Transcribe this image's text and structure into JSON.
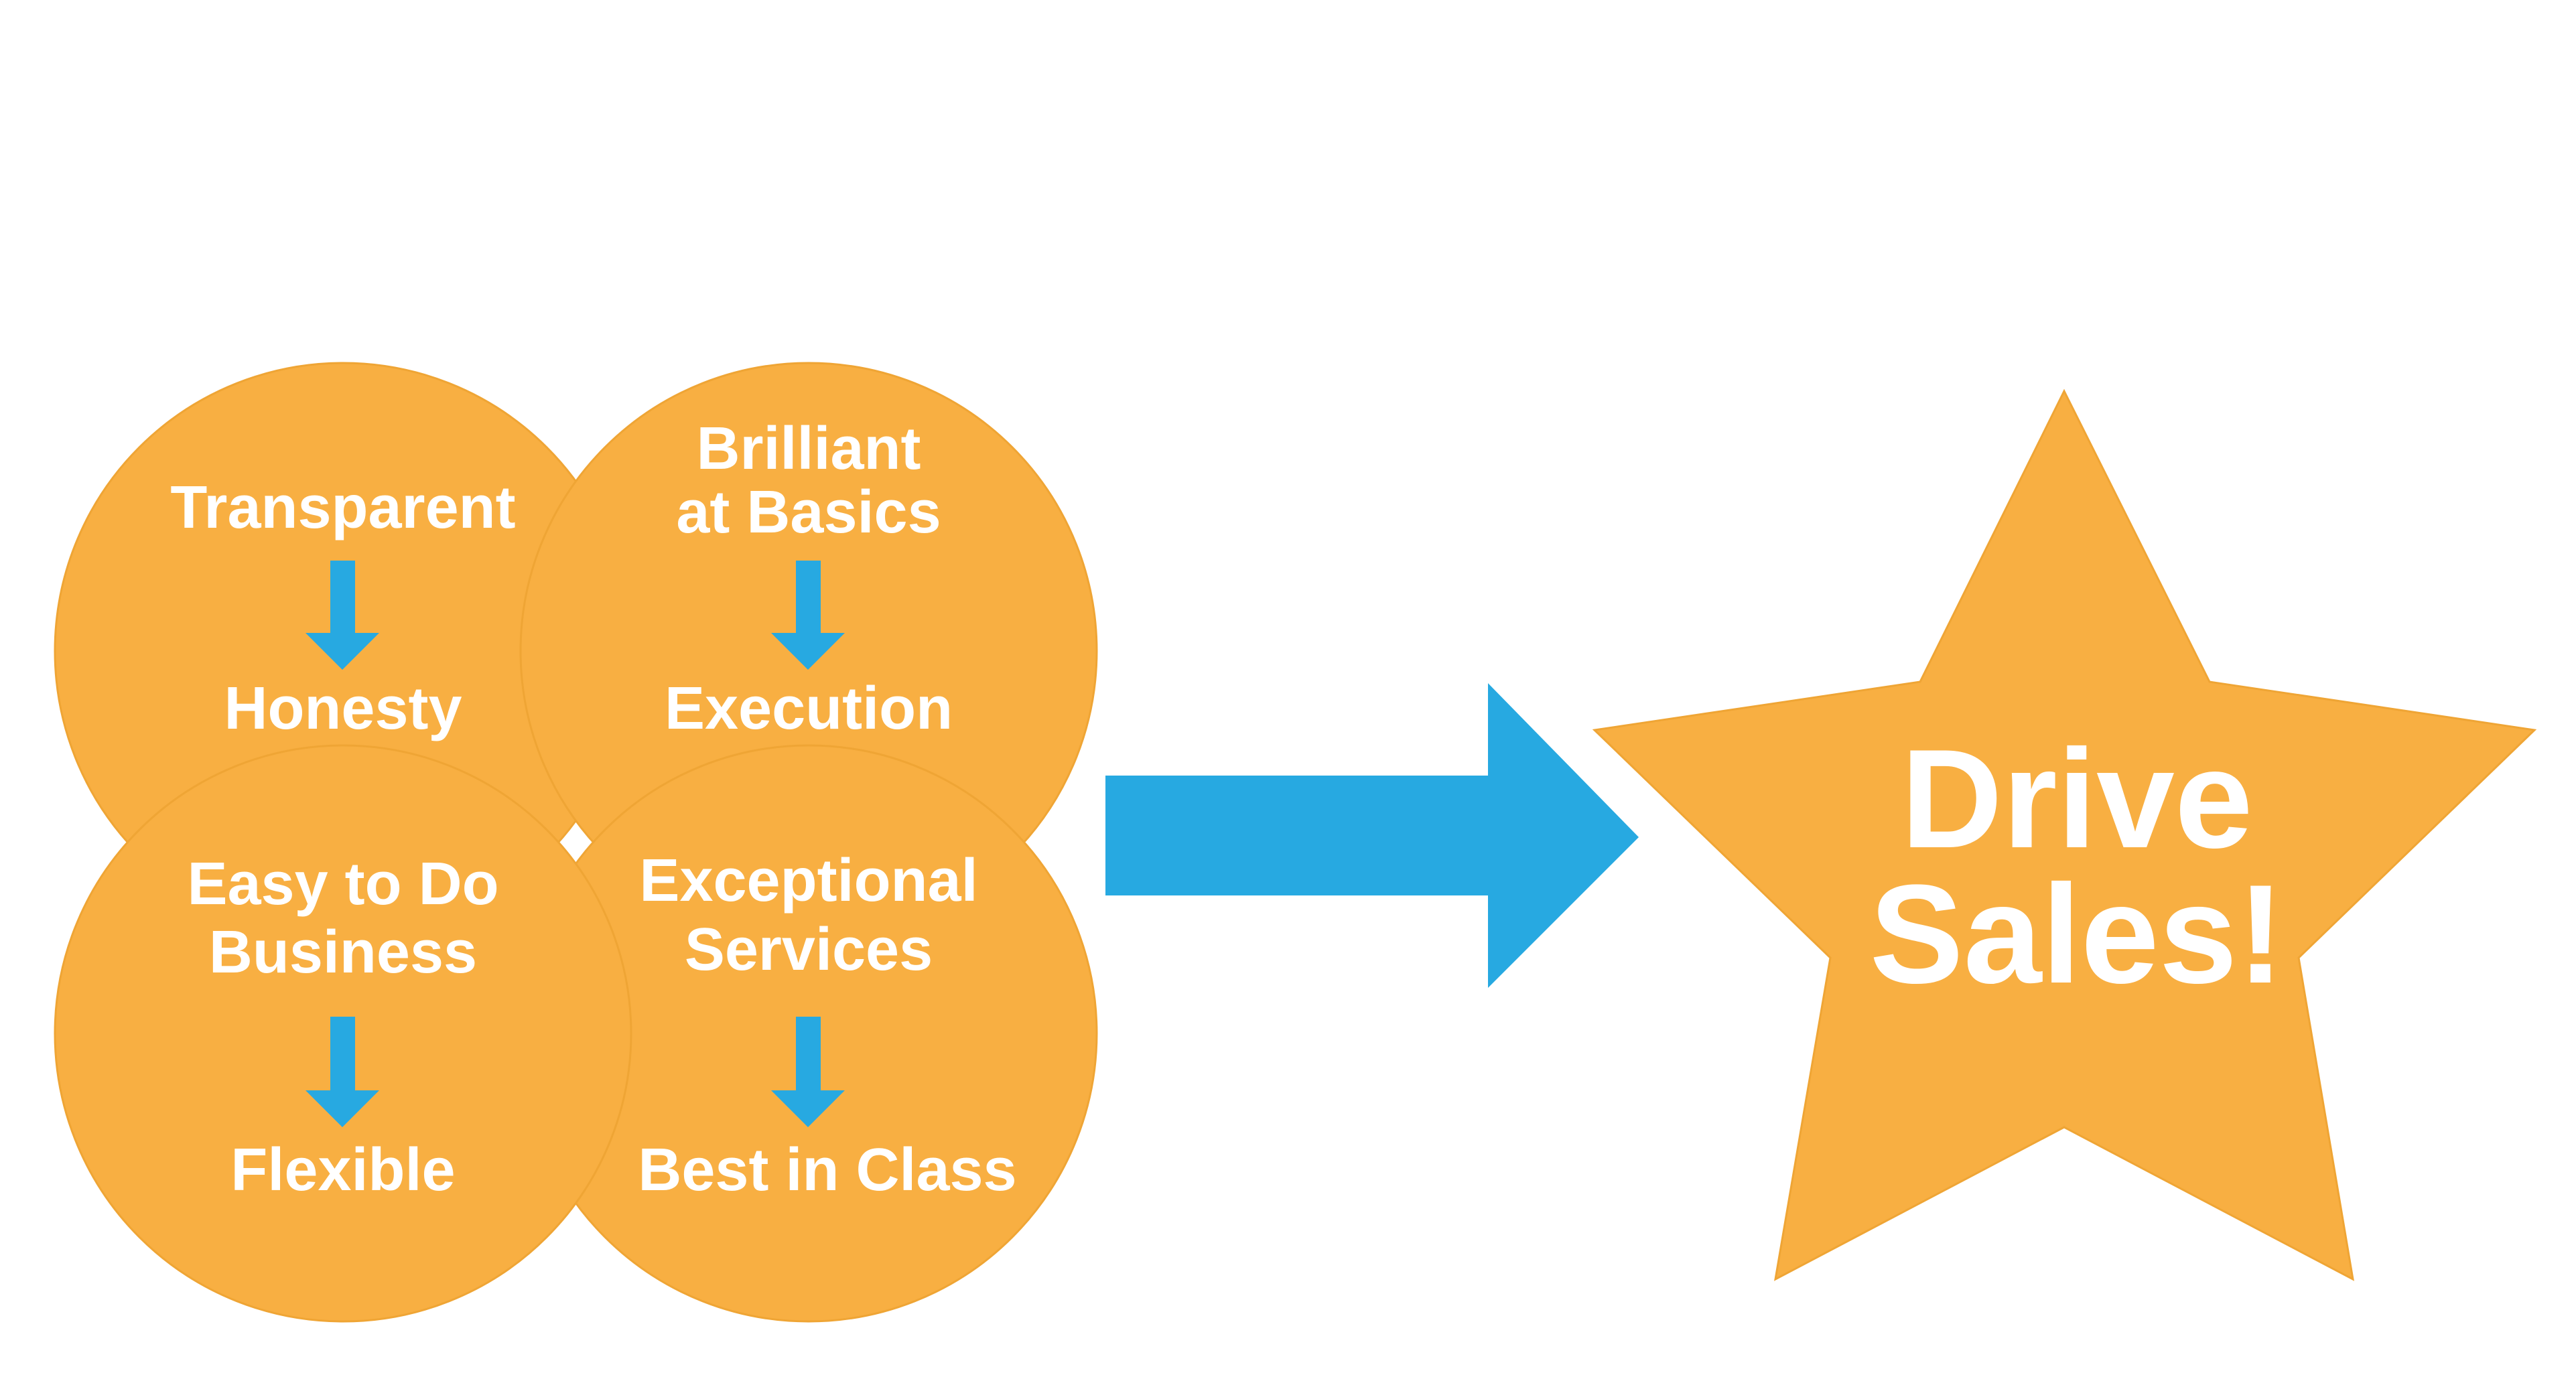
{
  "colors": {
    "background": "#ffffff",
    "circle_fill": "#F8AF42",
    "circle_stroke": "#EFA535",
    "arrow": "#27A9E1",
    "text": "#ffffff"
  },
  "circles": [
    {
      "id": "transparent",
      "top_lines": [
        "Transparent"
      ],
      "bottom_label": "Honesty"
    },
    {
      "id": "brilliant",
      "top_lines": [
        "Brilliant",
        "at Basics"
      ],
      "bottom_label": "Execution"
    },
    {
      "id": "easy",
      "top_lines": [
        "Easy to Do",
        "Business"
      ],
      "bottom_label": "Flexible"
    },
    {
      "id": "exceptional",
      "top_lines": [
        "Exceptional",
        "Services"
      ],
      "bottom_label": "Best in Class"
    }
  ],
  "main_arrow": {
    "icon": "right-arrow-icon"
  },
  "star": {
    "icon": "star-icon",
    "lines": [
      "Drive",
      "Sales!"
    ]
  }
}
